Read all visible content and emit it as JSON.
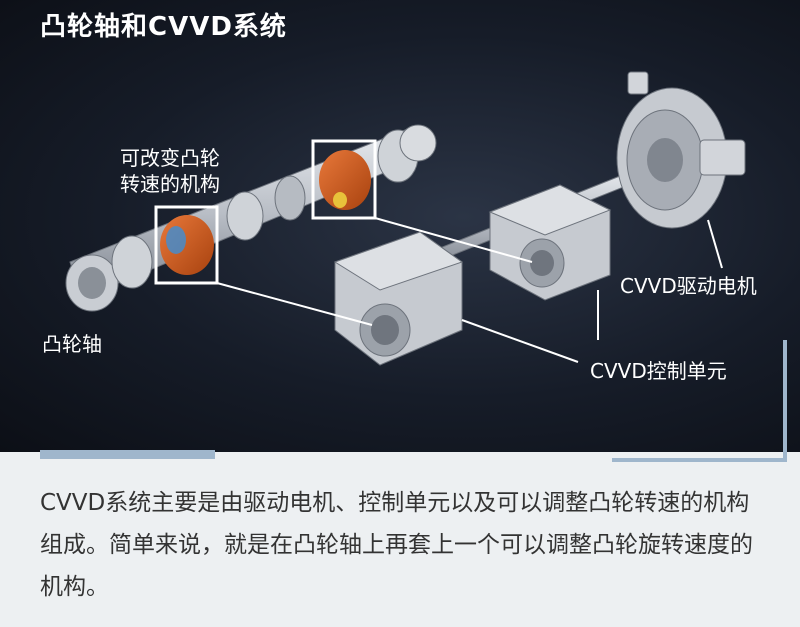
{
  "figure": {
    "title": "凸轮轴和CVVD系统",
    "labels": {
      "variable_mechanism_line1": "可改变凸轮",
      "variable_mechanism_line2": "转速的机构",
      "camshaft": "凸轮轴",
      "motor": "CVVD驱动电机",
      "control_unit": "CVVD控制单元"
    }
  },
  "caption": {
    "text": "CVVD系统主要是由驱动电机、控制单元以及可以调整凸轮转速的机构组成。简单来说，就是在凸轮轴上再套上一个可以调整凸轮旋转速度的机构。"
  },
  "colors": {
    "background_dark": "#161c28",
    "accent_orange": "#c9561c",
    "accent_bar": "#9fb6cc",
    "caption_background": "#edf0f2",
    "caption_text": "#333333"
  }
}
